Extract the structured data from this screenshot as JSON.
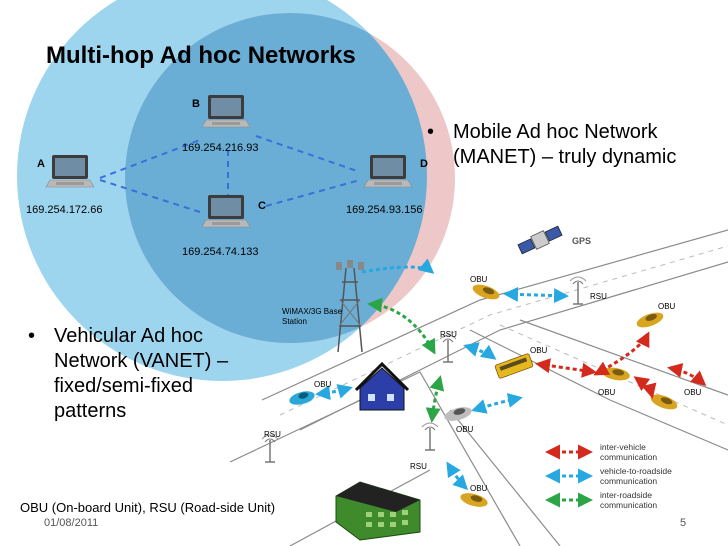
{
  "title": "Multi-hop Ad hoc Networks",
  "manet": {
    "bullet_symbol": "•",
    "bullet_text": "Mobile Ad hoc Network (MANET) – truly dynamic",
    "nodes": [
      {
        "letter": "A",
        "ip": "169.254.172.66"
      },
      {
        "letter": "B",
        "ip": "169.254.216.93"
      },
      {
        "letter": "C",
        "ip": "169.254.74.133"
      },
      {
        "letter": "D",
        "ip": "169.254.93.156"
      }
    ],
    "colors": {
      "left_circle": "#9dd4ee",
      "right_circle": "#eec8c8",
      "overlap": "#6aaed6",
      "links": "#3a6fd8"
    }
  },
  "vanet": {
    "bullet_symbol": "•",
    "bullet_text": "Vehicular Ad hoc Network (VANET) – fixed/semi-fixed patterns",
    "gps_label": "GPS",
    "base_station_label": "WiMAX/3G Base Station",
    "rsu_label": "RSU",
    "obu_label": "OBU",
    "legend": [
      {
        "label": "inter-vehicle communication",
        "color": "#d42a1e"
      },
      {
        "label": "vehicle-to-roadside communication",
        "color": "#27a8e0"
      },
      {
        "label": "inter-roadside communication",
        "color": "#2ba545"
      }
    ]
  },
  "footnote": "OBU (On-board Unit), RSU (Road-side Unit)",
  "footer": {
    "date": "01/08/2011",
    "page": "5"
  }
}
